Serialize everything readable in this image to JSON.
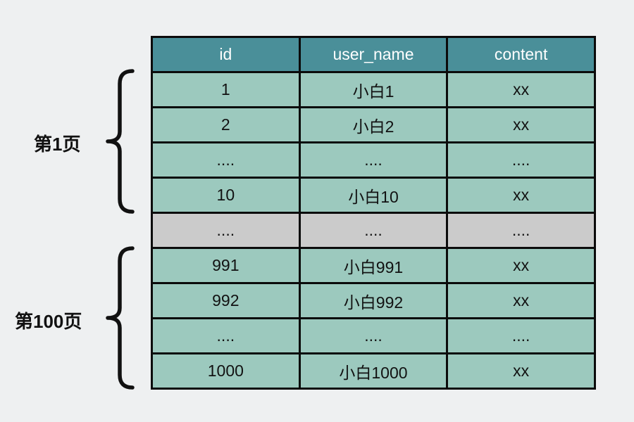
{
  "table": {
    "headers": [
      "id",
      "user_name",
      "content"
    ],
    "rows": [
      {
        "variant": "normal",
        "cells": [
          "1",
          "小白1",
          "xx"
        ]
      },
      {
        "variant": "normal",
        "cells": [
          "2",
          "小白2",
          "xx"
        ]
      },
      {
        "variant": "normal",
        "cells": [
          "....",
          "....",
          "...."
        ]
      },
      {
        "variant": "normal",
        "cells": [
          "10",
          "小白10",
          "xx"
        ]
      },
      {
        "variant": "gap",
        "cells": [
          "....",
          "....",
          "...."
        ]
      },
      {
        "variant": "normal",
        "cells": [
          "991",
          "小白991",
          "xx"
        ]
      },
      {
        "variant": "normal",
        "cells": [
          "992",
          "小白992",
          "xx"
        ]
      },
      {
        "variant": "normal",
        "cells": [
          "....",
          "....",
          "...."
        ]
      },
      {
        "variant": "normal",
        "cells": [
          "1000",
          "小白1000",
          "xx"
        ]
      }
    ]
  },
  "annotations": [
    {
      "label": "第1页"
    },
    {
      "label": "第100页"
    }
  ],
  "colors": {
    "page_bg": "#eef0f1",
    "header_bg": "#4a8f99",
    "header_text": "#ffffff",
    "row_bg": "#9cc9be",
    "gap_row_bg": "#cbcbcb",
    "cell_text": "#121212",
    "border": "#0b0b0b",
    "brace": "#111111",
    "label_text": "#111111"
  }
}
